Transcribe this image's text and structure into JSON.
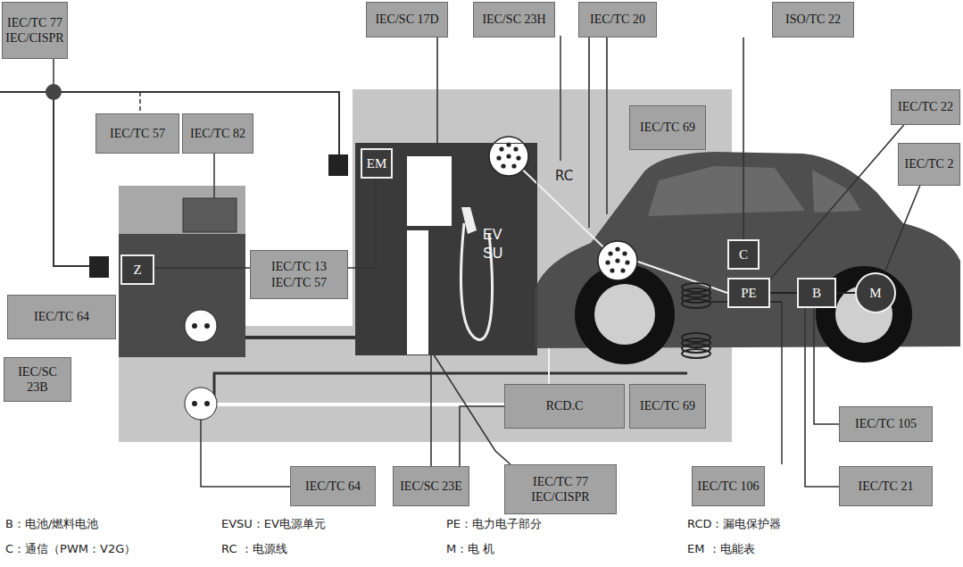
{
  "diagram": {
    "nodes": [
      {
        "text": [
          "IEC/TC 77 IEC/CISPR"
        ]
      },
      {
        "text": [
          "IEC/SC 17D"
        ]
      },
      {
        "text": [
          "IEC/SC 23H"
        ]
      },
      {
        "text": [
          "IEC/TC 20"
        ]
      },
      {
        "text": [
          "ISO/TC 22"
        ]
      },
      {
        "text": [
          "IEC/TC 22"
        ]
      },
      {
        "text": [
          "IEC/TC 2"
        ]
      },
      {
        "text": [
          "IEC/TC 57"
        ]
      },
      {
        "text": [
          "IEC/TC 82"
        ]
      },
      {
        "text": [
          "IEC/TC 69"
        ]
      },
      {
        "text": [
          "EV SU"
        ]
      },
      {
        "text": [
          "EM"
        ],
        "in": 10
      },
      {
        "text": [
          "Z"
        ]
      },
      {
        "text": [
          "IEC/TC 13 IEC/TC 57"
        ]
      },
      {
        "text": [
          "IEC/TC 64"
        ]
      },
      {
        "text": [
          "IEC/SC 23B"
        ]
      },
      {
        "text": [
          "C"
        ]
      },
      {
        "text": [
          "PE"
        ]
      },
      {
        "text": [
          "B"
        ]
      },
      {
        "text": [
          "M"
        ]
      },
      {
        "text": [
          "RCD.C"
        ]
      },
      {
        "text": [
          "IEC/TC 69"
        ]
      },
      {
        "text": [
          "IEC/TC 64"
        ]
      },
      {
        "text": [
          "IEC/SC 23E"
        ]
      },
      {
        "text": [
          "IEC/TC 77 IEC/CISPR"
        ]
      },
      {
        "text": [
          "IEC/TC 106"
        ]
      },
      {
        "text": [
          "IEC/TC 105"
        ]
      },
      {
        "text": [
          "IEC/TC 21"
        ]
      }
    ],
    "edges": [
      {
        "from": 1,
        "to": 10,
        "arrow": "none"
      },
      {
        "from": 4,
        "to": 16,
        "arrow": "none"
      },
      {
        "from": 5,
        "to": 17,
        "arrow": "none"
      },
      {
        "from": 6,
        "to": 19,
        "arrow": "none"
      },
      {
        "from": 13,
        "to": 12,
        "arrow": "none"
      },
      {
        "from": 13,
        "to": 11,
        "arrow": "none"
      },
      {
        "from": 18,
        "to": 26,
        "arrow": "none"
      },
      {
        "from": 18,
        "to": 27,
        "arrow": "none"
      },
      {
        "from": 23,
        "to": 10,
        "arrow": "none"
      },
      {
        "from": 20,
        "to": 23,
        "arrow": "none"
      },
      {
        "from": 24,
        "to": 10,
        "arrow": "none"
      }
    ],
    "labels": [
      "RC",
      "B：电池/燃料电池",
      "EVSU：EV电源单元",
      "PE：电力电子部分",
      "RCD：漏电保护器",
      "C：通信（PWM：V2G）",
      "RC ：电源线",
      "M：电 机",
      "EM ：电能表"
    ]
  }
}
